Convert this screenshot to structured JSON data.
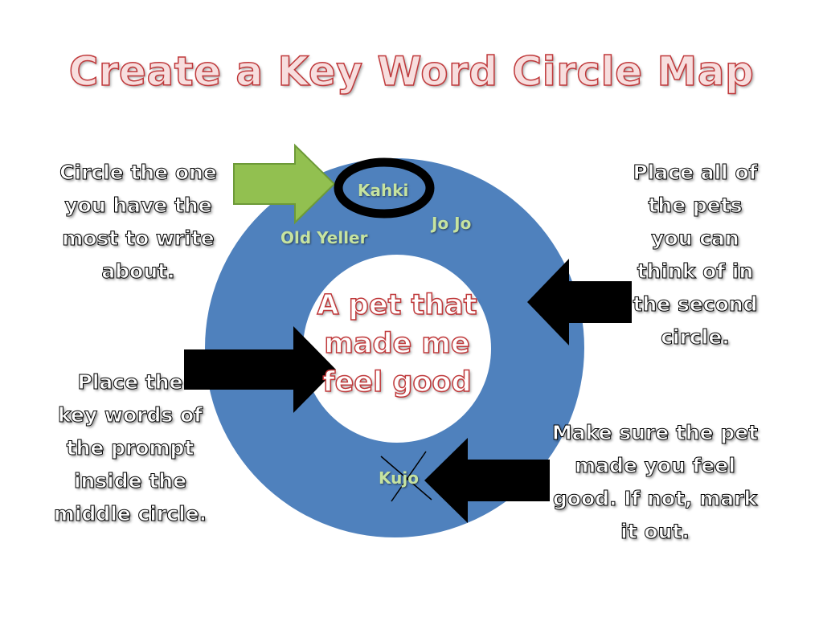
{
  "title": "Create a Key Word Circle Map",
  "center_text": [
    "A pet that",
    "made me",
    "feel good"
  ],
  "pets": {
    "kahki": "Kahki",
    "jojo": "Jo Jo",
    "old_yeller": "Old Yeller",
    "kujo": "Kujo"
  },
  "notes": {
    "circle_one": [
      "Circle the one",
      "you have the",
      "most to write",
      "about."
    ],
    "place_all": [
      "Place all of",
      "the pets",
      "you can",
      "think of in",
      "the second",
      "circle."
    ],
    "key_words": [
      "Place the",
      "key words of",
      "the prompt",
      "inside the",
      "middle circle."
    ],
    "make_sure": [
      "Make sure the pet",
      "made you feel",
      "good. If not, mark",
      "it out."
    ]
  },
  "colors": {
    "outer_ring": "#4f81bd",
    "inner_circle": "#ffffff",
    "title_outline": "#c0393b",
    "pet_text": "#c6e3a0",
    "green_arrow": "#92c050",
    "black_arrow": "#000000"
  }
}
